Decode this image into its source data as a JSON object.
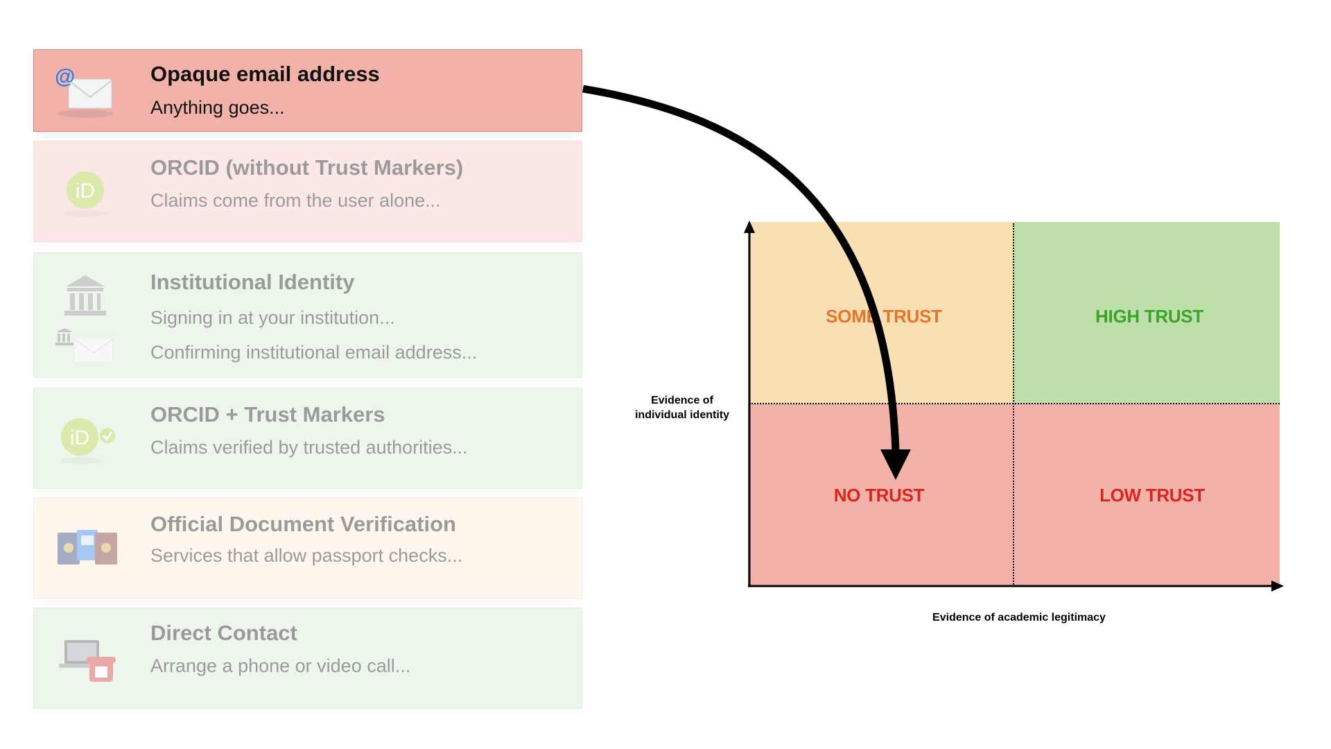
{
  "cards": [
    {
      "title": "Opaque email address",
      "lines": [
        "Anything goes..."
      ],
      "icon": "email-icon",
      "color": "#f2b2aa",
      "active": true
    },
    {
      "title": "ORCID (without Trust Markers)",
      "lines": [
        "Claims come from the user alone..."
      ],
      "icon": "orcid-icon",
      "color": "#f7c9c4",
      "active": false
    },
    {
      "title": "Institutional Identity",
      "lines": [
        "Signing in at your institution...",
        "Confirming institutional email address..."
      ],
      "icon": "institution-icon",
      "color": "#d6ecd0",
      "active": false
    },
    {
      "title": "ORCID + Trust Markers",
      "lines": [
        "Claims verified by trusted authorities..."
      ],
      "icon": "orcid-verified-icon",
      "color": "#d6ecd0",
      "active": false
    },
    {
      "title": "Official Document Verification",
      "lines": [
        "Services that allow passport checks..."
      ],
      "icon": "passport-icon",
      "color": "#fbecd6",
      "active": false
    },
    {
      "title": "Direct Contact",
      "lines": [
        "Arrange a phone or video call..."
      ],
      "icon": "phone-laptop-icon",
      "color": "#d6ecd0",
      "active": false
    }
  ],
  "matrix": {
    "quadrants": {
      "top_left": {
        "label": "SOME TRUST",
        "fill": "#f9e0b4",
        "text_color": "#e8742a"
      },
      "top_right": {
        "label": "HIGH TRUST",
        "fill": "#bedfaa",
        "text_color": "#3aa52a"
      },
      "bottom_left": {
        "label": "NO TRUST",
        "fill": "#f2b2aa",
        "text_color": "#d9251d"
      },
      "bottom_right": {
        "label": "LOW TRUST",
        "fill": "#f2b2aa",
        "text_color": "#d9251d"
      }
    },
    "y_axis_label": "Evidence of individual identity",
    "x_axis_label": "Evidence of academic legitimacy",
    "arrow": {
      "from": "Opaque email address",
      "to": "NO TRUST"
    }
  }
}
